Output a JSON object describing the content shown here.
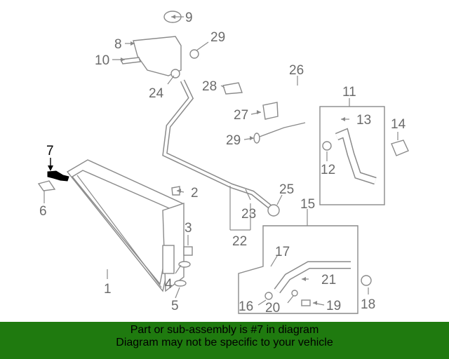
{
  "diagram": {
    "highlight_color": "#000000",
    "callouts": [
      "1",
      "2",
      "3",
      "4",
      "5",
      "6",
      "7",
      "8",
      "9",
      "10",
      "11",
      "12",
      "13",
      "14",
      "15",
      "16",
      "17",
      "18",
      "19",
      "20",
      "21",
      "22",
      "23",
      "24",
      "25",
      "26",
      "27",
      "28",
      "29",
      "29"
    ]
  },
  "banner": {
    "color": "#1f7a0f",
    "line1": "Part or sub-assembly is #7 in diagram",
    "line2": "Diagram may not be specific to your vehicle"
  }
}
